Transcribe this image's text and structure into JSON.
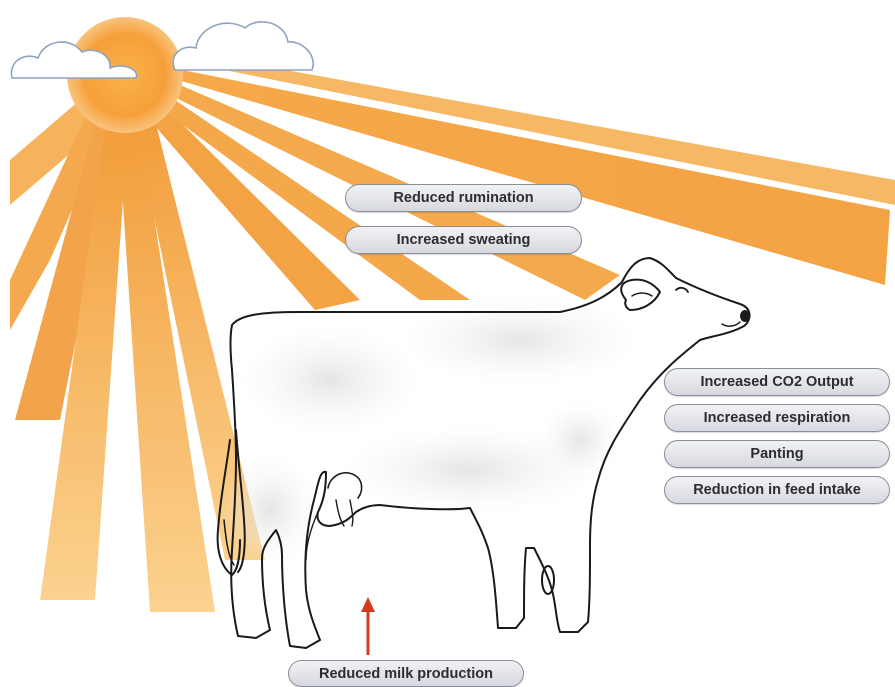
{
  "labels": {
    "reduced_rumination": "Reduced rumination",
    "increased_sweating": "Increased sweating",
    "increased_co2_output": "Increased CO2 Output",
    "increased_respiration": "Increased respiration",
    "panting": "Panting",
    "reduction_in_feed_intake": "Reduction in feed intake",
    "reduced_milk_production": "Reduced milk production"
  },
  "colors": {
    "sun_core": "#f7a035",
    "sun_edge": "#f9c277",
    "ray_light": "#fbd28f",
    "ray_dark": "#f29d3a",
    "cloud_stroke": "#8fa3c0",
    "arrow_red": "#d23a24",
    "pill_border": "#8a8e96"
  },
  "icons": {
    "sun": "sun-icon",
    "cloud": "cloud-icon",
    "cow": "cow-illustration",
    "arrow": "arrow-up-icon"
  }
}
